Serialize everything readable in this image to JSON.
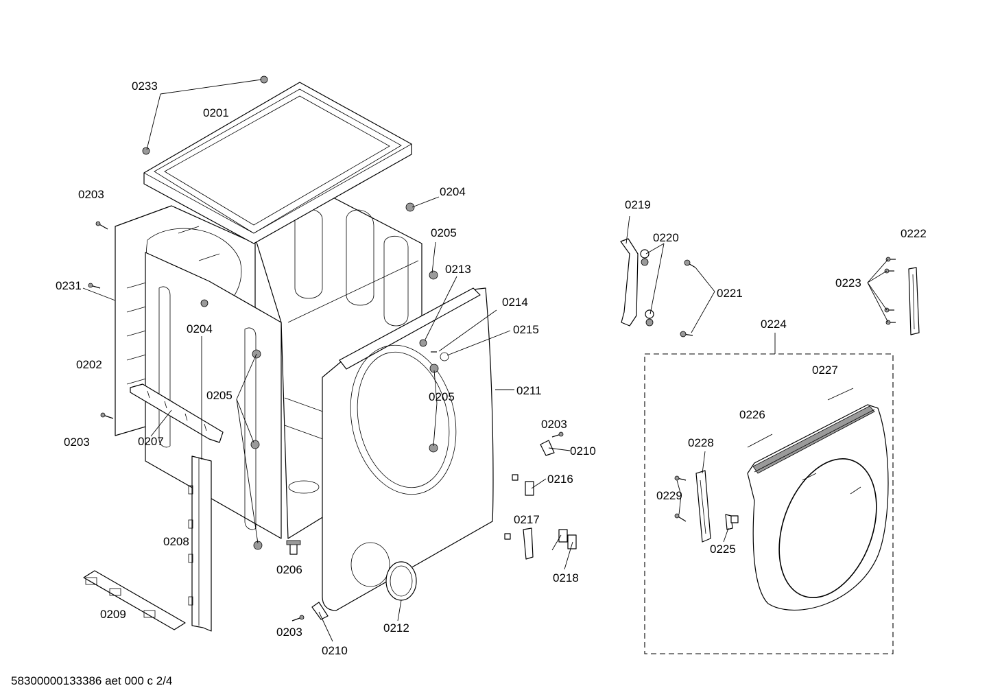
{
  "footer_text": "58300000133386 aet 000 c 2/4",
  "labels": {
    "l0233": "0233",
    "l0201": "0201",
    "l0203a": "0203",
    "l0204a": "0204",
    "l0205a": "0205",
    "l0231": "0231",
    "l0213": "0213",
    "l0214": "0214",
    "l0204b": "0204",
    "l0215": "0215",
    "l0202": "0202",
    "l0211": "0211",
    "l0205b": "0205",
    "l0205c": "0205",
    "l0203b": "0203",
    "l0207": "0207",
    "l0203c": "0203",
    "l0210a": "0210",
    "l0216": "0216",
    "l0217": "0217",
    "l0208": "0208",
    "l0206": "0206",
    "l0218": "0218",
    "l0209": "0209",
    "l0203d": "0203",
    "l0212": "0212",
    "l0210b": "0210",
    "l0219": "0219",
    "l0220": "0220",
    "l0221": "0221",
    "l0222": "0222",
    "l0223": "0223",
    "l0224": "0224",
    "l0227": "0227",
    "l0226": "0226",
    "l0228": "0228",
    "l0229": "0229",
    "l0225": "0225"
  }
}
